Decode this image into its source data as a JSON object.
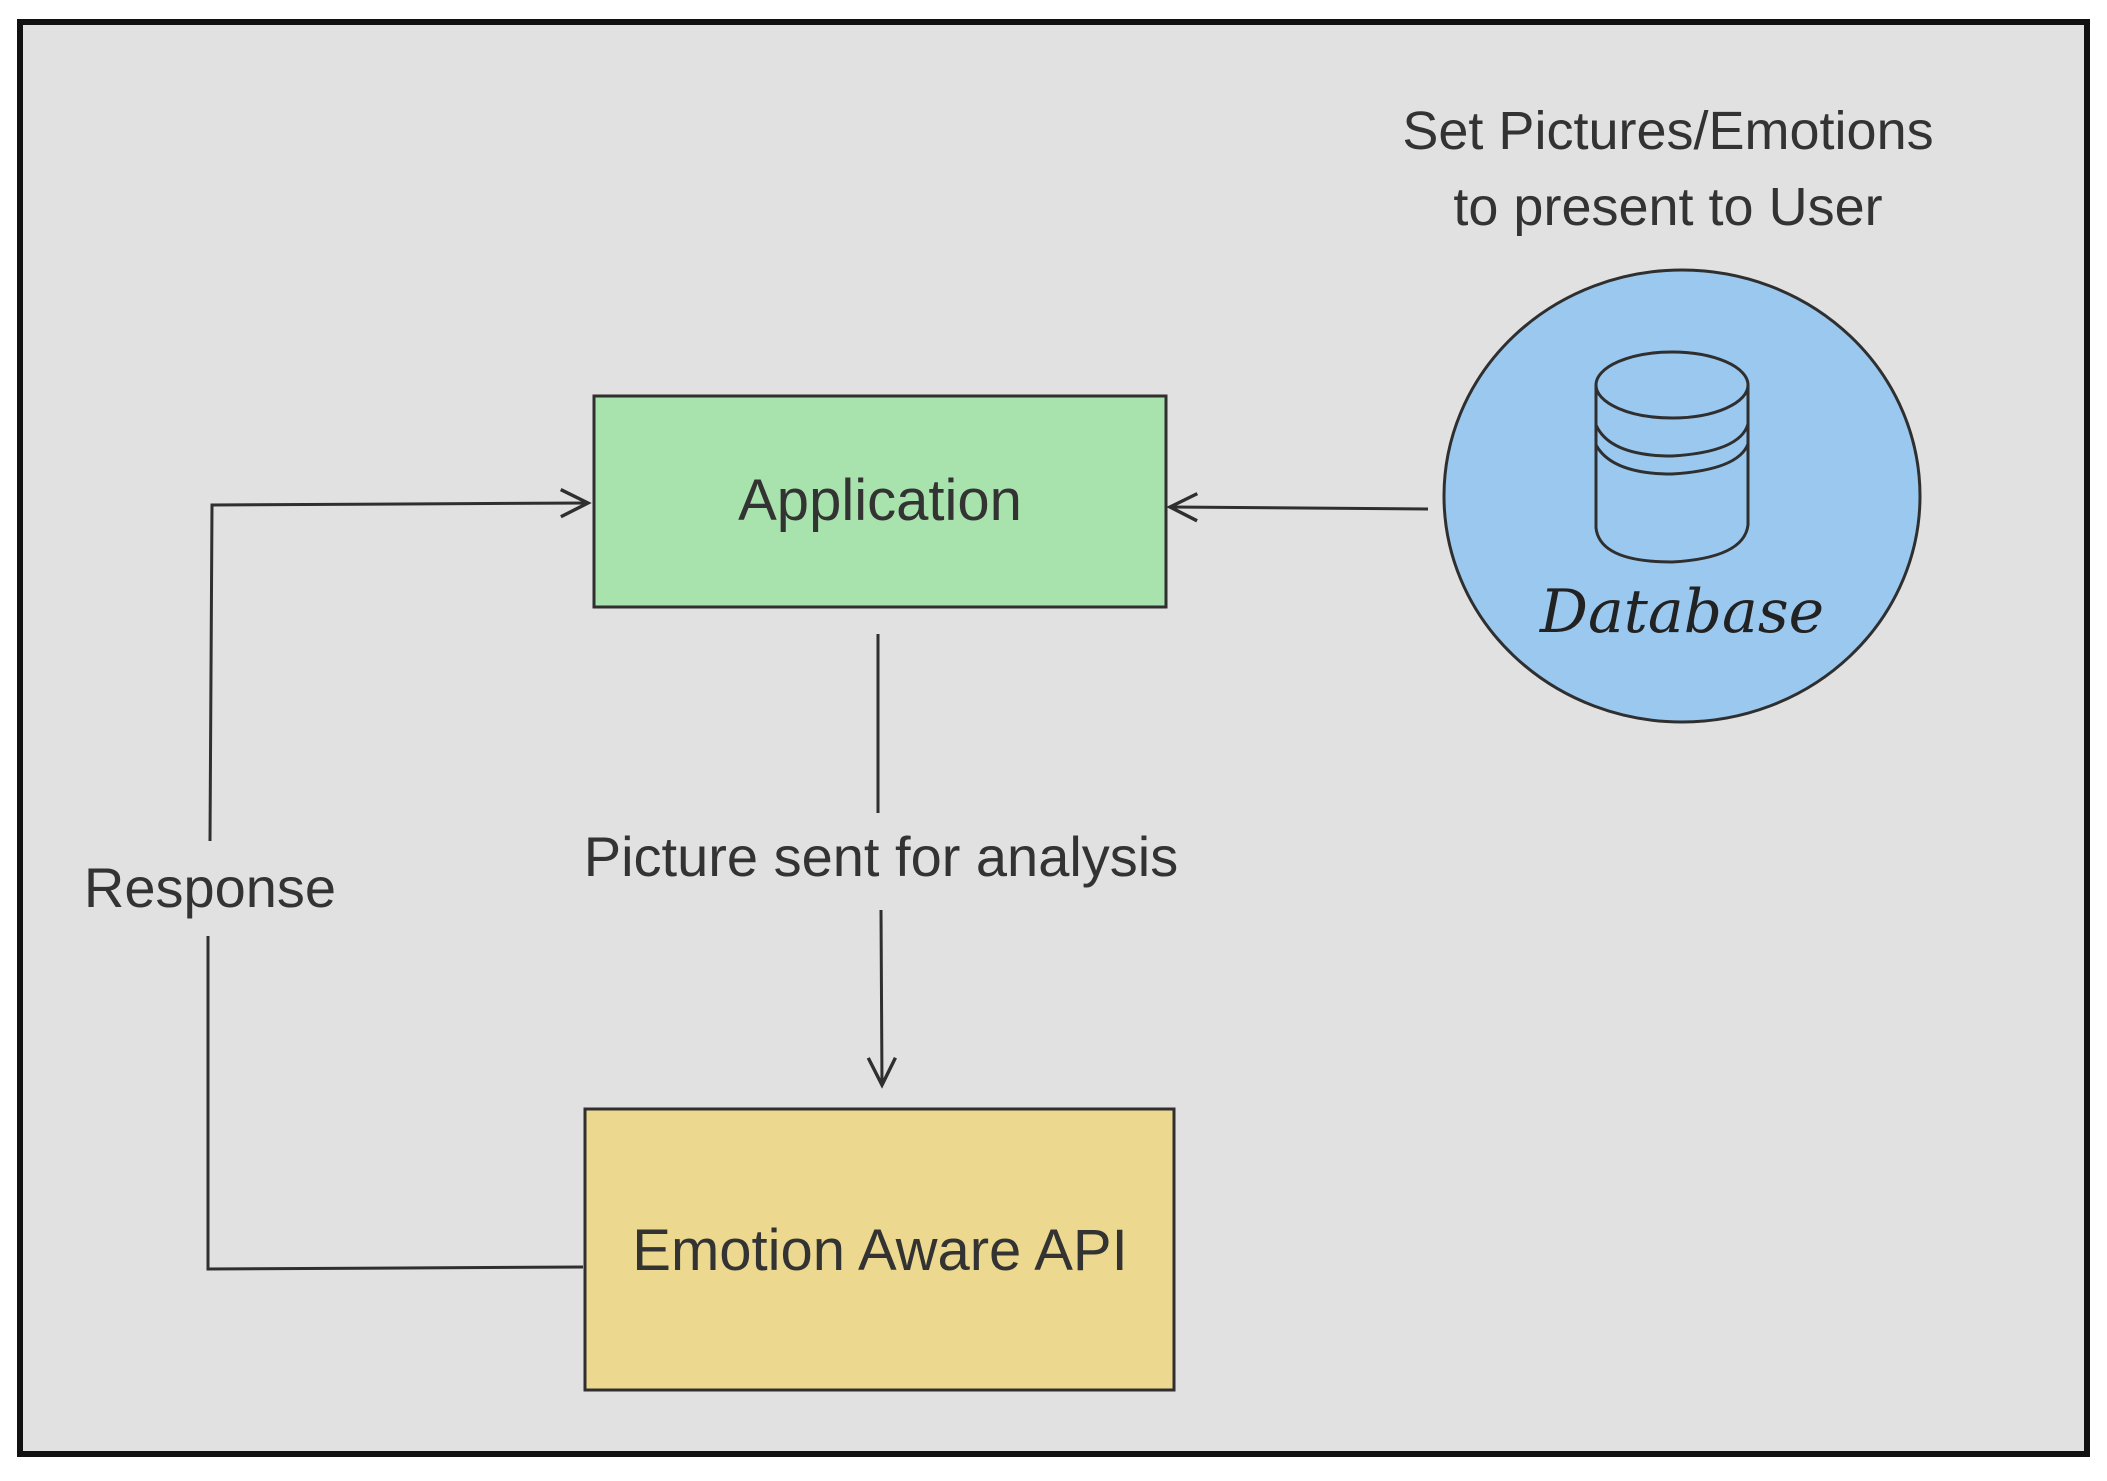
{
  "diagram": {
    "nodes": {
      "application": {
        "label": "Application",
        "fill": "#a8e2ac"
      },
      "emotion_api": {
        "label": "Emotion Aware API",
        "fill": "#ecd98f"
      },
      "database": {
        "label": "Database",
        "fill": "#9bc8ee"
      }
    },
    "annotations": {
      "database_note_line1": "Set Pictures/Emotions",
      "database_note_line2": "to present to User"
    },
    "edges": {
      "picture_sent": {
        "label": "Picture sent for analysis",
        "from": "application",
        "to": "emotion_api"
      },
      "response": {
        "label": "Response",
        "from": "emotion_api",
        "to": "application"
      },
      "database_feed": {
        "label": "",
        "from": "database",
        "to": "application"
      }
    }
  },
  "colors": {
    "panel_background": "#e1e1e1",
    "frame_border": "#111111",
    "stroke": "#2f2f2f"
  }
}
